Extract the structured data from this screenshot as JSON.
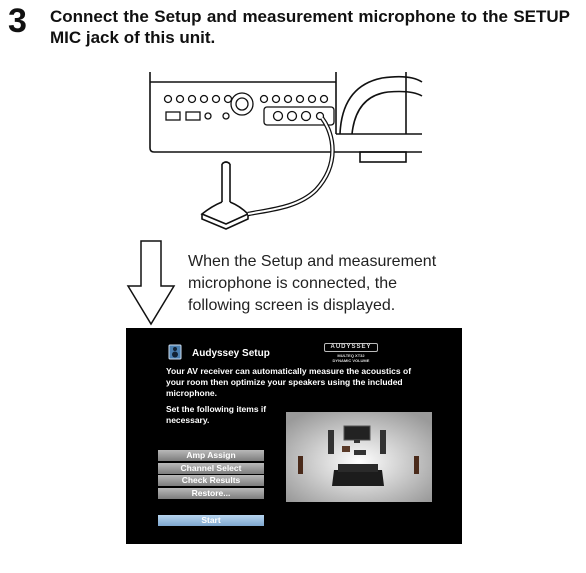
{
  "step": {
    "number": "3",
    "title": "Connect the Setup and measurement microphone to the SETUP MIC jack of this unit."
  },
  "note": {
    "lines": [
      "When the Setup and measurement",
      "microphone is connected, the",
      "following screen is displayed."
    ]
  },
  "screen": {
    "title": "Audyssey Setup",
    "brand": {
      "logo": "AUDYSSEY",
      "line1": "MULTEQ XT32",
      "line2": "DYNAMIC VOLUME"
    },
    "description": "Your AV receiver can automatically measure the acoustics of your room then optimize your speakers using the included microphone.",
    "hint": "Set the following items if necessary.",
    "menu": [
      "Amp Assign",
      "Channel Select",
      "Check Results",
      "Restore..."
    ],
    "start_label": "Start"
  },
  "icons": {
    "speaker": "speaker-icon",
    "arrow": "down-arrow-icon",
    "microphone": "microphone-icon"
  }
}
